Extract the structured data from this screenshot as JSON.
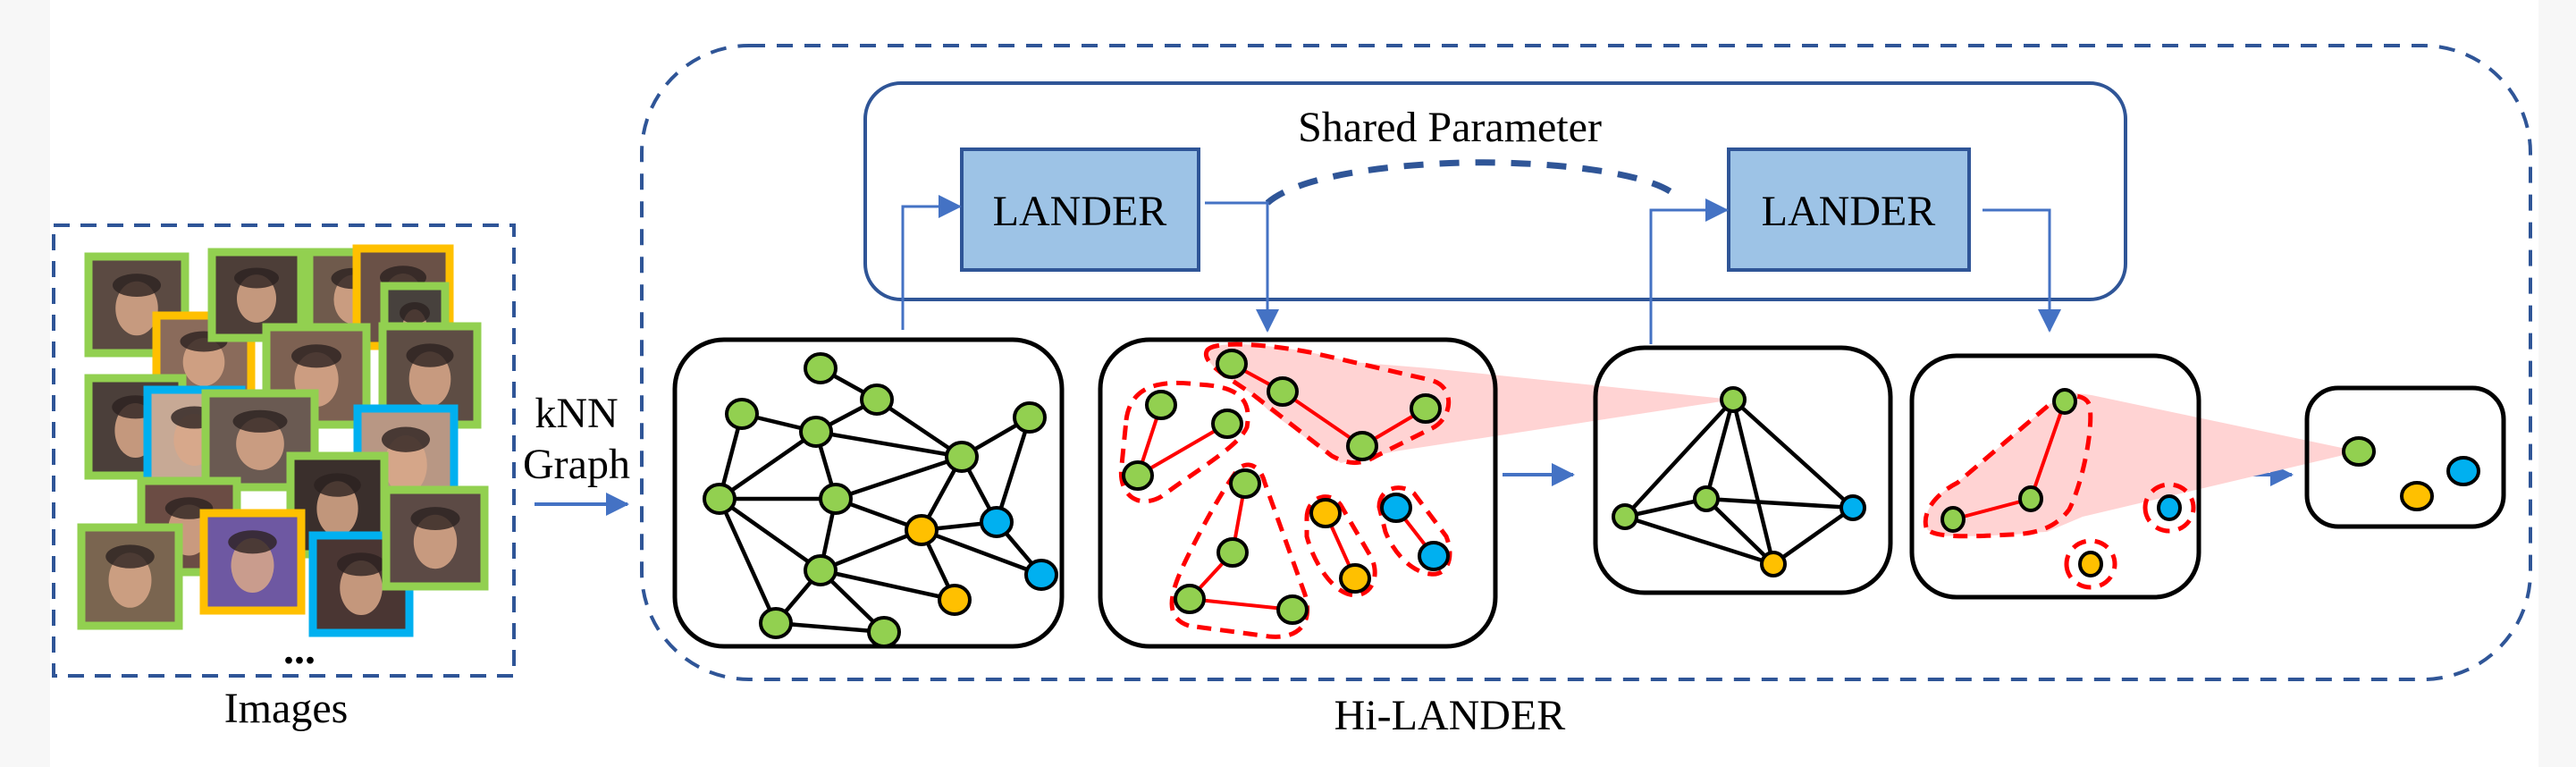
{
  "title": "Hi-LANDER pipeline overview",
  "labels": {
    "images": "Images",
    "ellipsis": "...",
    "knn_line1": "kNN",
    "knn_line2": "Graph",
    "shared_parameter": "Shared Parameter",
    "lander_1": "LANDER",
    "lander_2": "LANDER",
    "hi_lander": "Hi-LANDER"
  },
  "colors": {
    "identity_green": "#92d050",
    "identity_yellow": "#ffc000",
    "identity_blue": "#00b0f0",
    "lander_fill": "#9dc3e6",
    "lander_border": "#2f5597",
    "frame_dashed": "#2f5597",
    "arrow": "#4472c4",
    "cluster_outline": "#ff0000",
    "cluster_edge": "#ff0000",
    "merge_fan": "#ffd3d3",
    "graph_edge": "#000000"
  },
  "face_tiles": [
    {
      "identity": "green"
    },
    {
      "identity": "green"
    },
    {
      "identity": "yellow"
    },
    {
      "identity": "green"
    },
    {
      "identity": "yellow"
    },
    {
      "identity": "green"
    },
    {
      "identity": "green"
    },
    {
      "identity": "green"
    },
    {
      "identity": "green"
    },
    {
      "identity": "blue"
    },
    {
      "identity": "green"
    },
    {
      "identity": "blue"
    },
    {
      "identity": "green"
    },
    {
      "identity": "green"
    },
    {
      "identity": "green"
    },
    {
      "identity": "yellow"
    },
    {
      "identity": "blue"
    },
    {
      "identity": "green"
    }
  ],
  "graphs": [
    {
      "name": "input-knn-graph",
      "nodes": [
        "green",
        "green",
        "green",
        "green",
        "green",
        "green",
        "green",
        "green",
        "yellow",
        "blue",
        "green",
        "blue",
        "yellow",
        "green",
        "green"
      ],
      "edges": [
        [
          0,
          1
        ],
        [
          2,
          3
        ],
        [
          3,
          1
        ],
        [
          1,
          5
        ],
        [
          2,
          6
        ],
        [
          3,
          6
        ],
        [
          3,
          7
        ],
        [
          3,
          5
        ],
        [
          6,
          7
        ],
        [
          7,
          5
        ],
        [
          5,
          4
        ],
        [
          5,
          8
        ],
        [
          5,
          9
        ],
        [
          4,
          9
        ],
        [
          7,
          8
        ],
        [
          7,
          10
        ],
        [
          6,
          10
        ],
        [
          6,
          13
        ],
        [
          8,
          9
        ],
        [
          8,
          10
        ],
        [
          8,
          12
        ],
        [
          8,
          11
        ],
        [
          9,
          11
        ],
        [
          10,
          12
        ],
        [
          10,
          13
        ],
        [
          10,
          14
        ],
        [
          13,
          14
        ]
      ],
      "clusters": []
    },
    {
      "name": "level-1-clusters",
      "nodes": [
        "green",
        "green",
        "green",
        "green",
        "green",
        "green",
        "green",
        "green",
        "green",
        "green",
        "green",
        "yellow",
        "yellow",
        "blue",
        "blue"
      ],
      "edges": [
        [
          0,
          1
        ],
        [
          1,
          3
        ],
        [
          3,
          2
        ],
        [
          4,
          5
        ],
        [
          5,
          6
        ],
        [
          7,
          8
        ],
        [
          8,
          9
        ],
        [
          9,
          10
        ],
        [
          11,
          12
        ],
        [
          13,
          14
        ]
      ],
      "clusters": [
        [
          0,
          1,
          2,
          3
        ],
        [
          4,
          5,
          6
        ],
        [
          7,
          8,
          9,
          10
        ],
        [
          11,
          12
        ],
        [
          13,
          14
        ]
      ],
      "merged_cluster": 0
    },
    {
      "name": "level-1-super-graph",
      "nodes": [
        "green",
        "green",
        "green",
        "blue",
        "yellow"
      ],
      "edges": [
        [
          0,
          1
        ],
        [
          0,
          2
        ],
        [
          0,
          4
        ],
        [
          0,
          3
        ],
        [
          1,
          2
        ],
        [
          1,
          4
        ],
        [
          2,
          3
        ],
        [
          2,
          4
        ],
        [
          3,
          4
        ]
      ],
      "clusters": [],
      "receives_merge_at": 0
    },
    {
      "name": "level-2-clusters",
      "nodes": [
        "green",
        "green",
        "green",
        "blue",
        "yellow"
      ],
      "edges": [
        [
          0,
          1
        ],
        [
          1,
          2
        ]
      ],
      "clusters": [
        [
          0,
          1,
          2
        ],
        [
          3
        ],
        [
          4
        ]
      ],
      "merged_cluster": 0
    },
    {
      "name": "final-clusters",
      "nodes": [
        "green",
        "blue",
        "yellow"
      ],
      "edges": [],
      "clusters": [],
      "receives_merge_at": 0
    }
  ]
}
